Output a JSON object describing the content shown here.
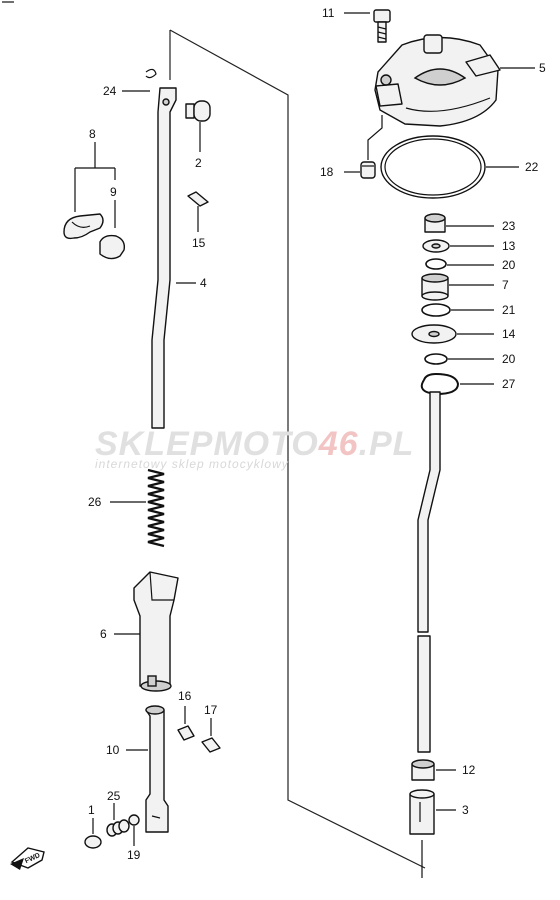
{
  "watermark": {
    "brand_a": "SKLEPMOTO",
    "brand_b": "46",
    "brand_c": ".PL",
    "tagline": "internetowy sklep motocyklowy",
    "color_light": "#e3e3e3",
    "color_accent": "#f3c7c7"
  },
  "fwd_label": "FWD",
  "callouts": [
    "11",
    "5",
    "24",
    "2",
    "8",
    "9",
    "15",
    "18",
    "22",
    "23",
    "13",
    "20",
    "7",
    "21",
    "4",
    "14",
    "20",
    "27",
    "26",
    "6",
    "16",
    "17",
    "10",
    "12",
    "1",
    "25",
    "19",
    "3"
  ]
}
